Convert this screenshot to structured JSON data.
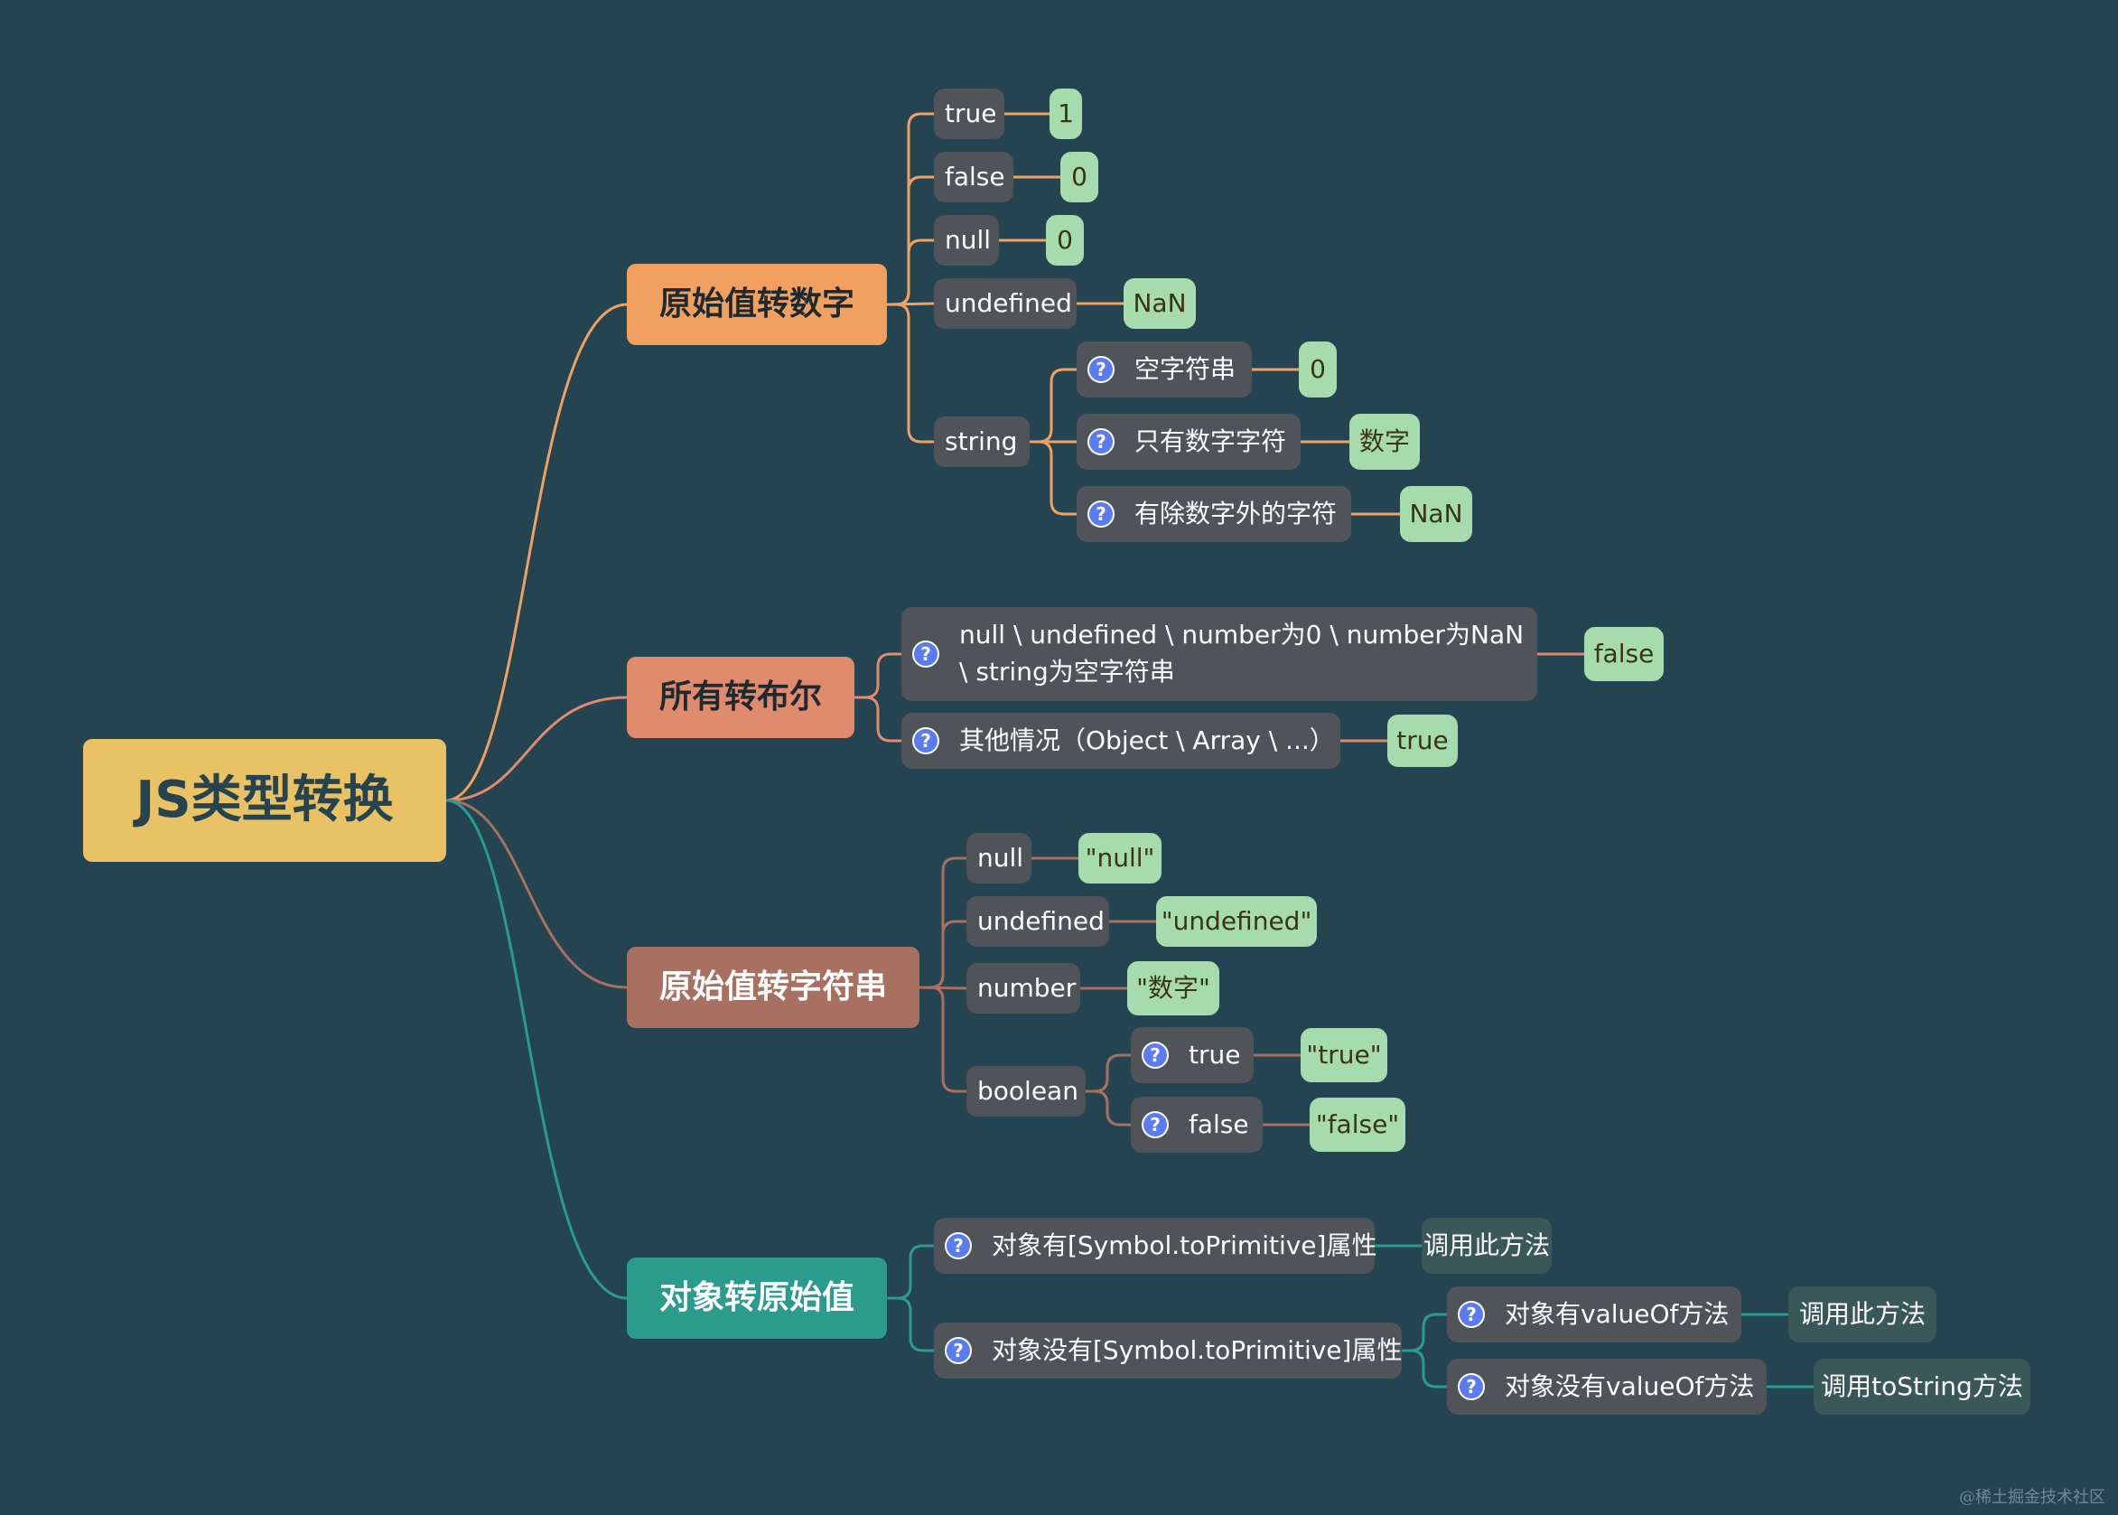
{
  "center": {
    "label": "JS类型转换",
    "color": "#e8c264"
  },
  "branches": [
    {
      "label": "原始值转数字",
      "color": "#f2a05f",
      "line": "#f2a05f",
      "children": [
        {
          "label": "true",
          "value": "1"
        },
        {
          "label": "false",
          "value": "0"
        },
        {
          "label": "null",
          "value": "0"
        },
        {
          "label": "undefined",
          "value": "NaN"
        },
        {
          "label": "string",
          "children": [
            {
              "label": "空字符串",
              "value": "0"
            },
            {
              "label": "只有数字字符",
              "value": "数字"
            },
            {
              "label": "有除数字外的字符",
              "value": "NaN"
            }
          ]
        }
      ]
    },
    {
      "label": "所有转布尔",
      "color": "#e08a6e",
      "line": "#e08a6e",
      "children": [
        {
          "label": "null \\ undefined \\ number为0 \\ number为NaN \\ string为空字符串",
          "value": "false"
        },
        {
          "label": "其他情况（Object \\ Array \\ ...）",
          "value": "true"
        }
      ]
    },
    {
      "label": "原始值转字符串",
      "color": "#a87060",
      "line": "#a87060",
      "children": [
        {
          "label": "null",
          "value": "\"null\""
        },
        {
          "label": "undefined",
          "value": "\"undefined\""
        },
        {
          "label": "number",
          "value": "\"数字\""
        },
        {
          "label": "boolean",
          "children": [
            {
              "label": "true",
              "value": "\"true\""
            },
            {
              "label": "false",
              "value": "\"false\""
            }
          ]
        }
      ]
    },
    {
      "label": "对象转原始值",
      "color": "#2b9b8c",
      "line": "#2b9b8c",
      "children": [
        {
          "label": "对象有[Symbol.toPrimitive]属性",
          "value": "调用此方法"
        },
        {
          "label": "对象没有[Symbol.toPrimitive]属性",
          "children": [
            {
              "label": "对象有valueOf方法",
              "value": "调用此方法"
            },
            {
              "label": "对象没有valueOf方法",
              "value": "调用toString方法"
            }
          ]
        }
      ]
    }
  ],
  "watermark": "@稀土掘金技术社区",
  "colors": {
    "background": "#254452",
    "topic": "#505459",
    "value": "#a6dbae",
    "help_icon": "#5a7cf0"
  },
  "icons": {
    "help": "question-circle-icon"
  }
}
